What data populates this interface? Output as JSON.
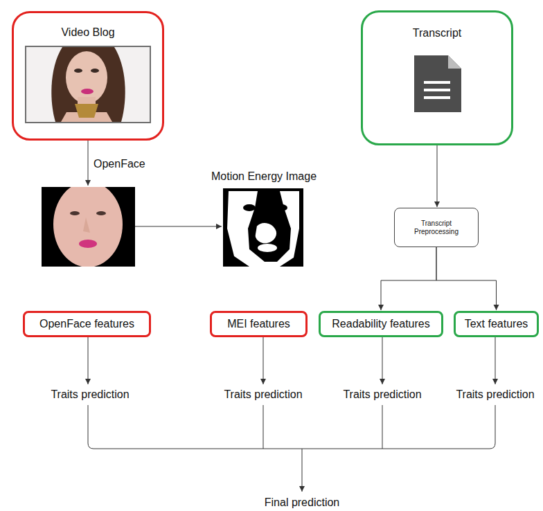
{
  "diagram": {
    "nodes": [
      {
        "text": [
          "Video Blog"
        ]
      },
      {
        "text": [
          "Transcript"
        ]
      },
      {
        "text": [
          "Transcript Preprocessing"
        ]
      },
      {
        "text": [
          "OpenFace features"
        ]
      },
      {
        "text": [
          "MEI features"
        ]
      },
      {
        "text": [
          "Readability features"
        ]
      },
      {
        "text": [
          "Text features"
        ]
      }
    ],
    "edges": [
      {
        "from": 1,
        "to": 2,
        "arrow": "to"
      },
      {
        "from": 2,
        "to": 5,
        "arrow": "to"
      },
      {
        "from": 2,
        "to": 6,
        "arrow": "to"
      }
    ],
    "labels": [
      "OpenFace",
      "Motion Energy Image",
      "Traits prediction",
      "Traits prediction",
      "Traits prediction",
      "Traits prediction",
      "Final prediction"
    ]
  }
}
